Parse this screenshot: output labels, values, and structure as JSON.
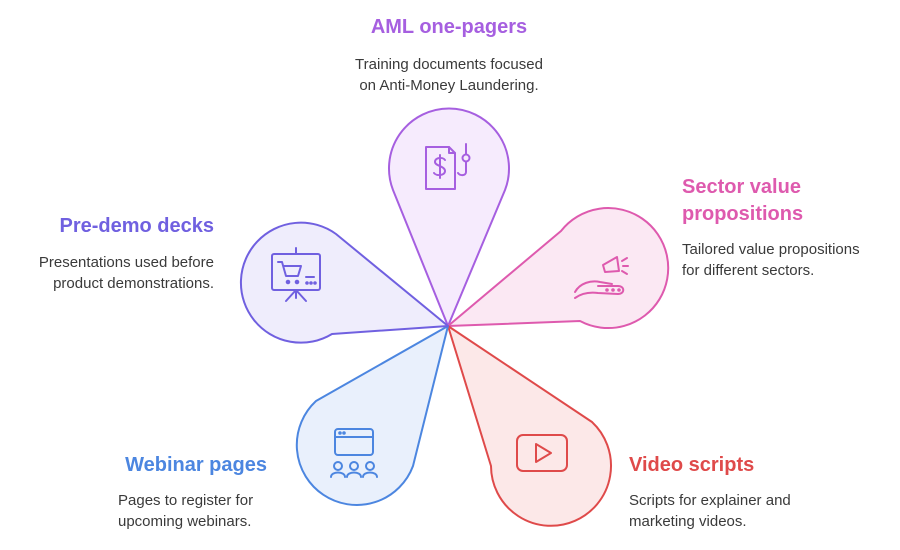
{
  "colors": {
    "aml": "#a65fe0",
    "sector": "#de5aae",
    "video": "#df4a4a",
    "webinar": "#4c86e0",
    "predemo": "#7060e0",
    "text": "#3a3a3a"
  },
  "items": [
    {
      "key": "aml",
      "title": "AML one-pagers",
      "desc": [
        "Training documents focused",
        "on Anti-Money Laundering."
      ],
      "icon": "document-dollar-icon"
    },
    {
      "key": "sector",
      "title": [
        "Sector value",
        "propositions"
      ],
      "desc": [
        "Tailored value propositions",
        "for different sectors."
      ],
      "icon": "megaphone-hand-icon"
    },
    {
      "key": "video",
      "title": "Video scripts",
      "desc": [
        "Scripts for explainer and",
        "marketing videos."
      ],
      "icon": "play-button-icon"
    },
    {
      "key": "webinar",
      "title": "Webinar pages",
      "desc": [
        "Pages to register for",
        "upcoming webinars."
      ],
      "icon": "webinar-audience-icon"
    },
    {
      "key": "predemo",
      "title": "Pre-demo decks",
      "desc": [
        "Presentations used before",
        "product demonstrations."
      ],
      "icon": "presentation-cart-icon"
    }
  ]
}
